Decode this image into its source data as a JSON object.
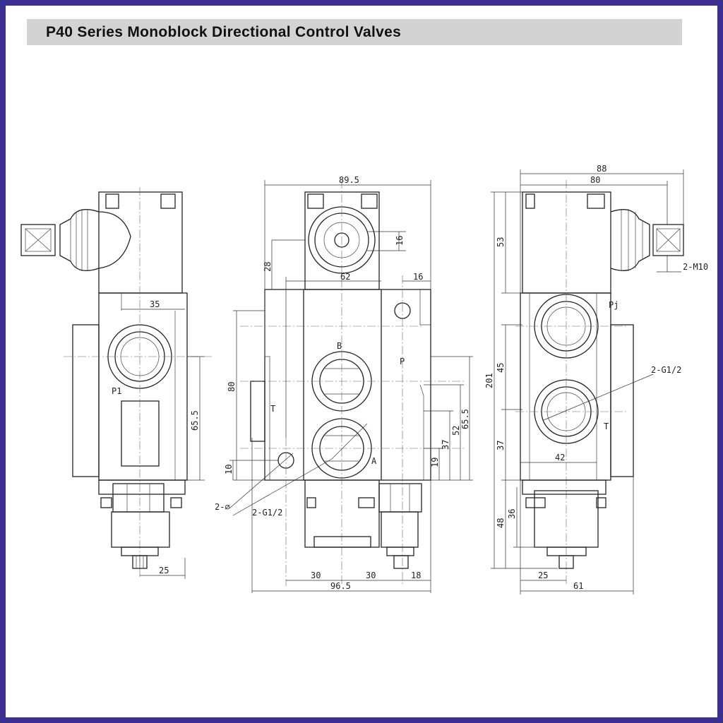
{
  "title": "P40 Series Monoblock Directional Control Valves",
  "left_view": {
    "port_label": "P1",
    "dims": {
      "width_35": "35",
      "height_65_5": "65.5",
      "bottom_25": "25"
    }
  },
  "front_view": {
    "ports": {
      "b": "B",
      "a": "A",
      "p": "P",
      "t": "T"
    },
    "dims": {
      "overall_89_5": "89.5",
      "d62": "62",
      "d16_top": "16",
      "d28": "28",
      "d16_coil": "16",
      "d80": "80",
      "d10": "10",
      "d19": "19",
      "d37": "37",
      "d52": "52",
      "d65_5": "65.5",
      "d30_left": "30",
      "d30_right": "30",
      "d18": "18",
      "d96_5": "96.5"
    },
    "callouts": {
      "mount_holes": "2-⌀",
      "ports_thread": "2-G1/2"
    }
  },
  "right_view": {
    "ports": {
      "pj": "Pj",
      "t": "T"
    },
    "dims": {
      "d88": "88",
      "d80": "80",
      "d53": "53",
      "d201": "201",
      "d45": "45",
      "d37": "37",
      "d48": "48",
      "d36": "36",
      "d42": "42",
      "d25": "25",
      "d61": "61"
    },
    "callouts": {
      "connector": "2-M10",
      "ports_thread": "2-G1/2"
    }
  }
}
